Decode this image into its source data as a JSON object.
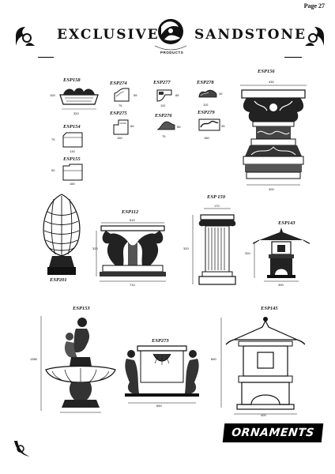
{
  "page_label": "Page 27",
  "header": {
    "left_word": "EXCLUSIVE",
    "right_word": "SANDSTONE",
    "logo_text": "PRODUCTS"
  },
  "banner_label": "ORNAMENTS",
  "items": {
    "esp158": {
      "code": "ESP158",
      "h": "100",
      "w": "320"
    },
    "esp274": {
      "code": "ESP274",
      "h": "55",
      "w": "75"
    },
    "esp277": {
      "code": "ESP277",
      "h": "65",
      "w": "110"
    },
    "esp278": {
      "code": "ESP278",
      "h": "40",
      "w": "110"
    },
    "esp156": {
      "code": "ESP156",
      "top": "430",
      "bottom": "300"
    },
    "esp275": {
      "code": "ESP275",
      "h": "65",
      "w": "150"
    },
    "esp276": {
      "code": "ESP276",
      "h": "55",
      "w": "75"
    },
    "esp279": {
      "code": "ESP279",
      "h": "35",
      "w": "180"
    },
    "esp154": {
      "code": "ESP154",
      "h": "75",
      "w": "130"
    },
    "esp155": {
      "code": "ESP155",
      "h": "90",
      "w": "160"
    },
    "esp201": {
      "code": "ESP201"
    },
    "esp112": {
      "code": "ESP112",
      "top": "610",
      "h": "320",
      "w": "710"
    },
    "esp159": {
      "code": "ESP 159",
      "top": "170",
      "h": "320"
    },
    "esp143": {
      "code": "ESP143",
      "h": "320",
      "w": "390"
    },
    "esp153": {
      "code": "ESP153",
      "h": "1380"
    },
    "esp273": {
      "code": "ESP273",
      "w": "650"
    },
    "esp145": {
      "code": "ESP145",
      "h": "850",
      "w": "400"
    }
  }
}
